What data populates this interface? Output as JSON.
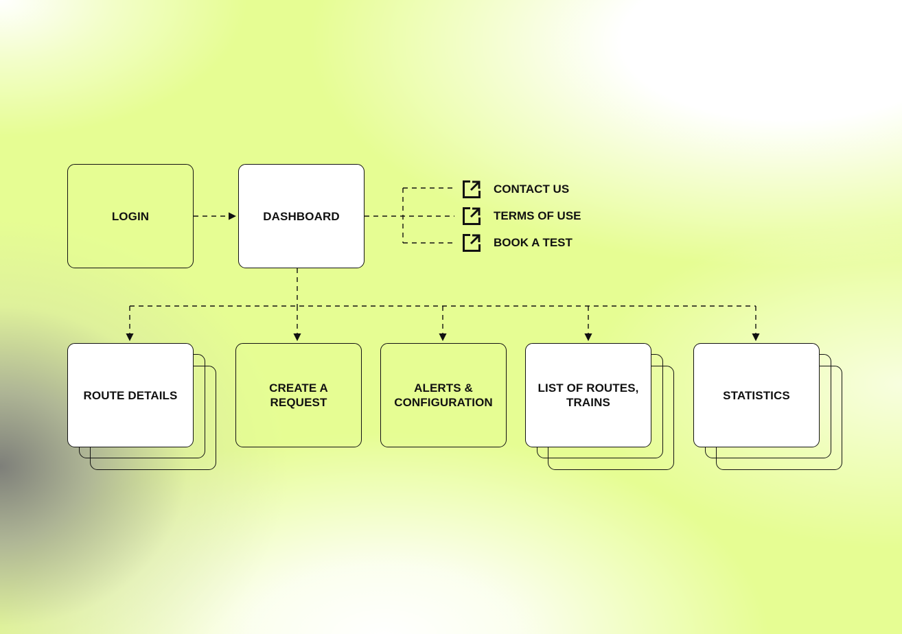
{
  "nodes": {
    "login": "LOGIN",
    "dashboard": "DASHBOARD",
    "route_details": "ROUTE DETAILS",
    "create_request": "CREATE A\nREQUEST",
    "alerts": "ALERTS &\nCONFIGURATION",
    "routes_list": "LIST OF ROUTES,\nTRAINS",
    "statistics": "STATISTICS"
  },
  "external_links": [
    {
      "label": "CONTACT US",
      "icon": "external-link-icon"
    },
    {
      "label": "TERMS OF USE",
      "icon": "external-link-icon"
    },
    {
      "label": "BOOK A TEST",
      "icon": "external-link-icon"
    }
  ],
  "colors": {
    "background": "#e6fd93",
    "line": "#111111",
    "box_white": "#ffffff"
  }
}
